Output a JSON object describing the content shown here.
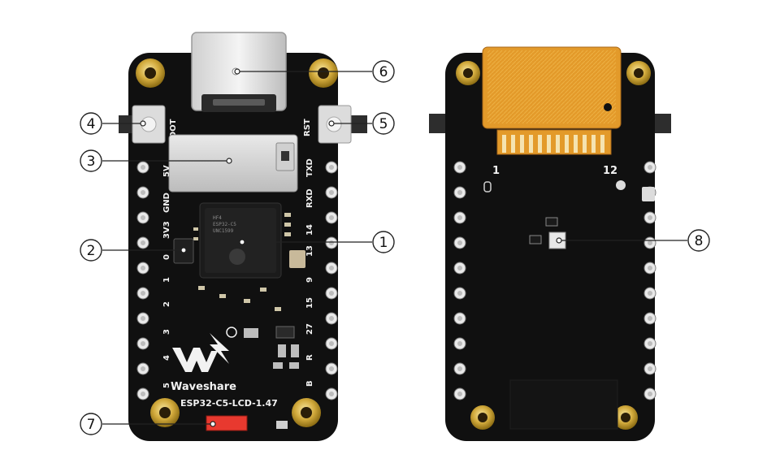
{
  "front": {
    "labels": {
      "boot": "BOOT",
      "rst": "RST",
      "v5": "5V",
      "gnd": "GND",
      "v33": "3V3",
      "txd": "TXD",
      "rxd": "RXD",
      "brand": "Waveshare",
      "model": "ESP32-C5-LCD-1.47"
    },
    "left_pins": [
      "0",
      "1",
      "2",
      "3",
      "4",
      "5"
    ],
    "right_pins": [
      "14",
      "13",
      "9",
      "15",
      "27",
      "R",
      "B"
    ]
  },
  "back": {
    "fpc_start": "1",
    "fpc_end": "12"
  },
  "callouts": [
    "1",
    "2",
    "3",
    "4",
    "5",
    "6",
    "7",
    "8"
  ],
  "colors": {
    "pcb": "#101010",
    "gold": "#c9a227",
    "fpc": "#e39a2a",
    "callout_line": "#222222",
    "power_led": "#e8392f"
  }
}
